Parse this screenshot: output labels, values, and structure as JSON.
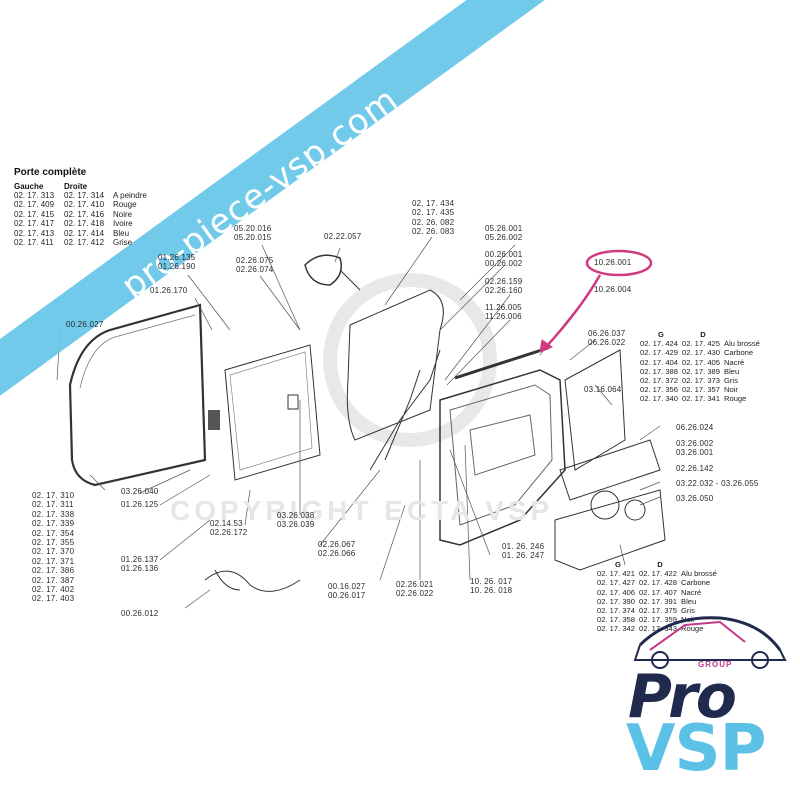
{
  "watermark_banner": "pro-piece-vsp.com",
  "copyright_watermark": "COPYRIGHT ECTA VSP",
  "logo": {
    "group": "GROUP",
    "pro": "Pro",
    "vsp": "VSP"
  },
  "porte_table": {
    "title": "Porte complète",
    "col_gauche": "Gauche",
    "col_droite": "Droite",
    "rows": [
      {
        "g": "02. 17. 313",
        "d": "02. 17. 314",
        "c": "A peindre"
      },
      {
        "g": "02. 17. 409",
        "d": "02. 17. 410",
        "c": "Rouge"
      },
      {
        "g": "02. 17. 415",
        "d": "02. 17. 416",
        "c": "Noire"
      },
      {
        "g": "02. 17. 417",
        "d": "02. 17. 418",
        "c": "Ivoire"
      },
      {
        "g": "02. 17. 413",
        "d": "02. 17. 414",
        "c": "Bleu"
      },
      {
        "g": "02. 17. 411",
        "d": "02. 17. 412",
        "c": "Grise"
      }
    ]
  },
  "trim_table_upper": {
    "col_g": "G",
    "col_d": "D",
    "rows": [
      {
        "g": "02. 17. 424",
        "d": "02. 17. 425",
        "c": "Alu brossé"
      },
      {
        "g": "02. 17. 429",
        "d": "02. 17. 430",
        "c": "Carbone"
      },
      {
        "g": "02. 17. 404",
        "d": "02. 17. 405",
        "c": "Nacré"
      },
      {
        "g": "02. 17. 388",
        "d": "02. 17. 389",
        "c": "Bleu"
      },
      {
        "g": "02. 17. 372",
        "d": "02. 17. 373",
        "c": "Gris"
      },
      {
        "g": "02. 17. 356",
        "d": "02. 17. 357",
        "c": "Noir"
      },
      {
        "g": "02. 17. 340",
        "d": "02. 17. 341",
        "c": "Rouge"
      }
    ]
  },
  "trim_table_lower": {
    "col_g": "G",
    "col_d": "D",
    "rows": [
      {
        "g": "02. 17. 421",
        "d": "02. 17. 422",
        "c": "Alu brossé"
      },
      {
        "g": "02. 17. 427",
        "d": "02. 17. 428",
        "c": "Carbone"
      },
      {
        "g": "02. 17. 406",
        "d": "02. 17. 407",
        "c": "Nacré"
      },
      {
        "g": "02. 17. 390",
        "d": "02. 17. 391",
        "c": "Bleu"
      },
      {
        "g": "02. 17. 374",
        "d": "02. 17. 375",
        "c": "Gris"
      },
      {
        "g": "02. 17. 358",
        "d": "02. 17. 359",
        "c": "Noir"
      },
      {
        "g": "02. 17. 342",
        "d": "02. 17. 343",
        "c": "Rouge"
      }
    ]
  },
  "callouts": {
    "c_434": [
      "02. 17. 434",
      "02. 17. 435",
      "02. 26. 082",
      "02. 26. 083"
    ],
    "c_0520": [
      "05.20.016",
      "05.20.015"
    ],
    "c_02222": [
      "02.22.057"
    ],
    "c_0126135": [
      "01.26.135",
      "01.26.190"
    ],
    "c_0226075": [
      "02.26.075",
      "02.26.074"
    ],
    "c_0126170": [
      "01.26.170"
    ],
    "c_0526": [
      "05.26.001",
      "05.26.002"
    ],
    "c_0026": [
      "00.26.001",
      "00.26.002"
    ],
    "c_0226159": [
      "02.26.159",
      "02.26.160"
    ],
    "c_1126": [
      "11.26.005",
      "11.26.006"
    ],
    "c_1026001": [
      "10.26.001"
    ],
    "c_1026004": [
      "10.26.004"
    ],
    "c_0626": [
      "06.26.037",
      "06.26.022"
    ],
    "c_0026027": [
      "00.26.027"
    ],
    "c_0316064": [
      "03.16.064"
    ],
    "c_0626024": [
      "06.26.024"
    ],
    "c_0326002": [
      "03.26.002",
      "03.26.001"
    ],
    "c_0226142": [
      "02.26.142"
    ],
    "c_0322": [
      "03.22.032 - 03.26.055"
    ],
    "c_0326050": [
      "03.26.050"
    ],
    "c_0217310": [
      "02. 17. 310",
      "02. 17. 311",
      "02. 17. 338",
      "02. 17. 339",
      "02. 17. 354",
      "02. 17. 355",
      "02. 17. 370",
      "02. 17. 371",
      "02. 17. 386",
      "02. 17. 387",
      "02. 17. 402",
      "02. 17. 403"
    ],
    "c_0326040": [
      "03.26.040"
    ],
    "c_0126125": [
      "01.26.125"
    ],
    "c_0214": [
      "02.14.53",
      "02.26.172"
    ],
    "c_0326038": [
      "03.26.038",
      "03.26.039"
    ],
    "c_0126137": [
      "01.26.137",
      "01.26.136"
    ],
    "c_0226067": [
      "02.26.067",
      "02.26.066"
    ],
    "c_0026012": [
      "00.26.012"
    ],
    "c_0016": [
      "00.16.027",
      "00.26.017"
    ],
    "c_0226021": [
      "02.26.021",
      "02.26.022"
    ],
    "c_0126246": [
      "01. 26. 246",
      "01. 26. 247"
    ],
    "c_1026017": [
      "10. 26. 017",
      "10. 26. 018"
    ]
  },
  "colors": {
    "banner": "#66c6e8",
    "highlight": "#d0397f",
    "logo_navy": "#1f2a4d",
    "logo_cyan": "#5cc1e6"
  }
}
